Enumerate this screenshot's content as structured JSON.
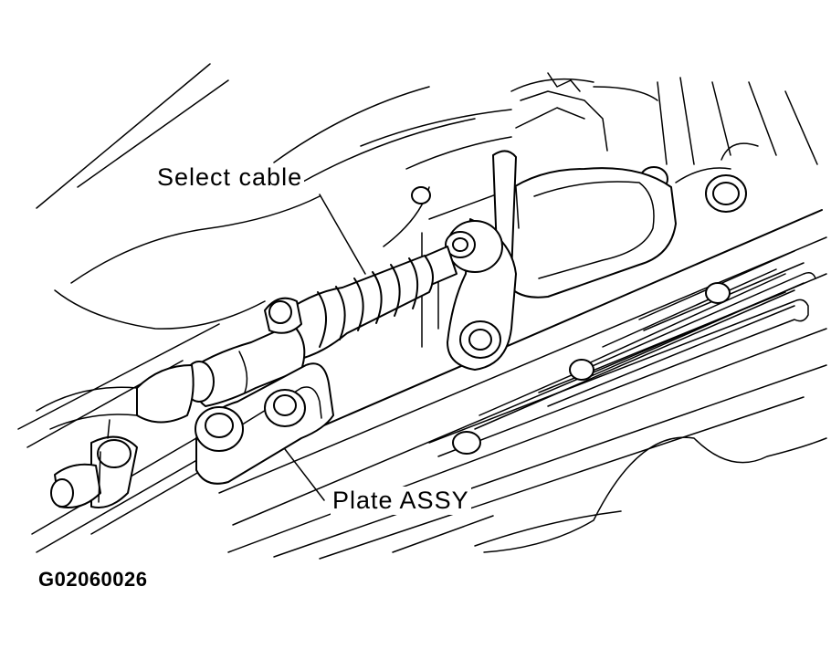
{
  "labels": {
    "select_cable": "Select cable",
    "plate_assy": "Plate ASSY"
  },
  "figure_code": "G02060026"
}
